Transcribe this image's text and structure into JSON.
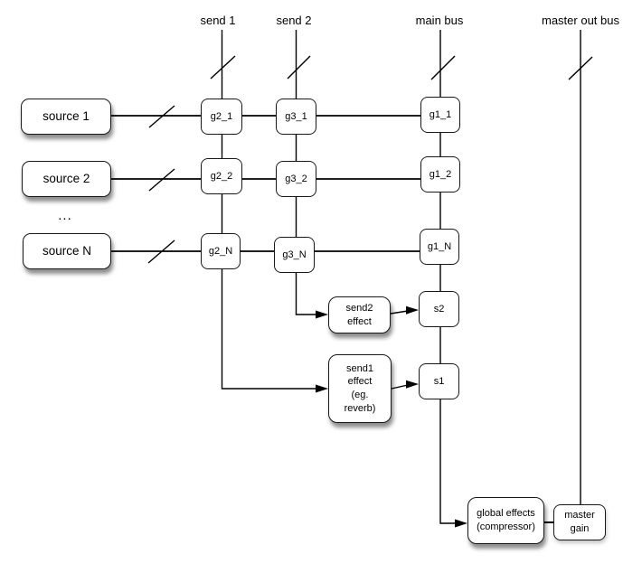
{
  "buses": [
    {
      "name": "send 1"
    },
    {
      "name": "send 2"
    },
    {
      "name": "main bus"
    },
    {
      "name": "master out bus"
    }
  ],
  "sources": [
    {
      "label": "source 1"
    },
    {
      "label": "source 2"
    },
    {
      "label": "source N"
    }
  ],
  "sources_ellipsis": "...",
  "gains": {
    "g2_1": "g2_1",
    "g3_1": "g3_1",
    "g1_1": "g1_1",
    "g2_2": "g2_2",
    "g3_2": "g3_2",
    "g1_2": "g1_2",
    "g2_N": "g2_N",
    "g3_N": "g3_N",
    "g1_N": "g1_N"
  },
  "sums": {
    "s2": "s2",
    "s1": "s1"
  },
  "effects": {
    "send2_effect": "send2\neffect",
    "send1_effect": "send1\neffect\n(eg.\nreverb)",
    "global_effects": "global effects\n(compressor)",
    "master_gain": "master\ngain"
  },
  "colors": {
    "line": "#000000",
    "box_border": "#181818",
    "box_fill": "#ffffff",
    "text": "#000000"
  }
}
